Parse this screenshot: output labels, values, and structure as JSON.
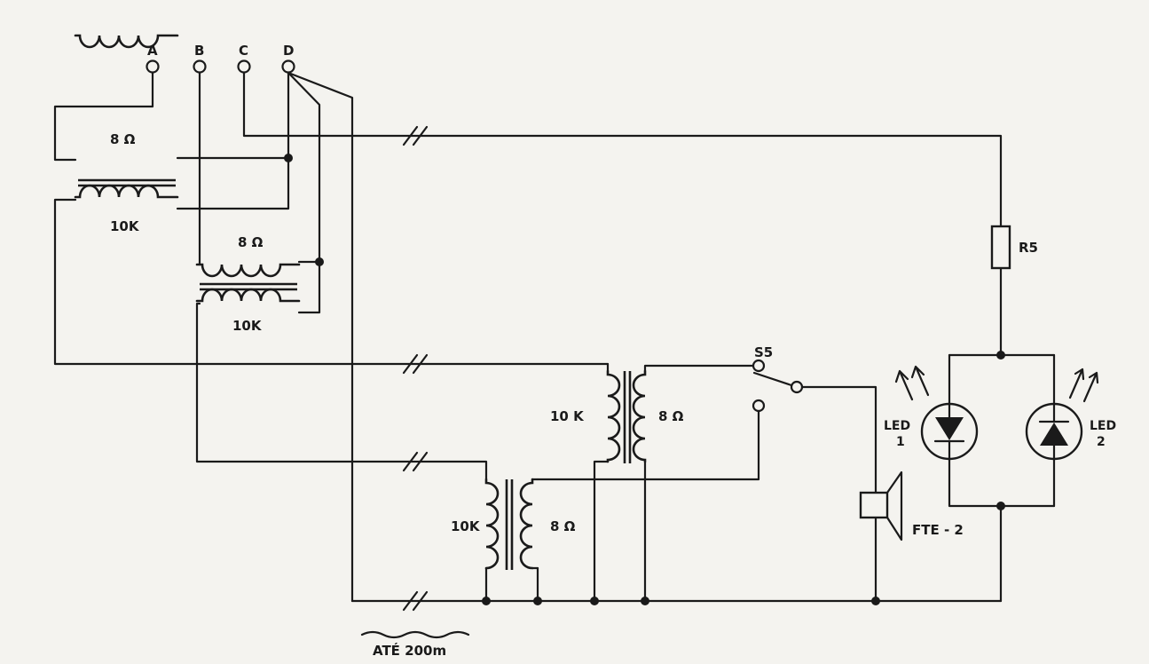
{
  "terminals": [
    "A",
    "B",
    "C",
    "D"
  ],
  "transformers": [
    {
      "primary": "8 Ω",
      "secondary": "10K"
    },
    {
      "primary": "8 Ω",
      "secondary": "10K"
    },
    {
      "primary": "10 K",
      "secondary": "8 Ω"
    },
    {
      "primary": "10K",
      "secondary": "8 Ω"
    }
  ],
  "components": {
    "resistor": "R5",
    "switch": "S5",
    "led1": "LED 1",
    "led2": "LED 2",
    "speaker": "FTE - 2"
  },
  "cable_note": "ATÉ 200m"
}
